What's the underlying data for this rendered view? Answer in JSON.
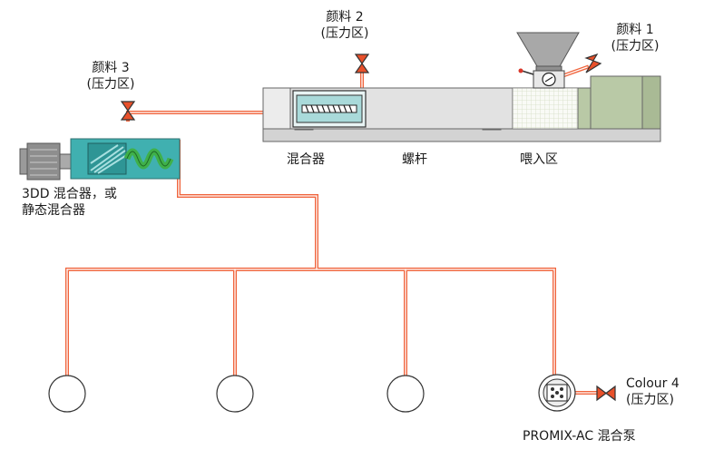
{
  "pigments": {
    "p1": {
      "name": "颜料 1",
      "zone": "(压力区)"
    },
    "p2": {
      "name": "颜料 2",
      "zone": "(压力区)"
    },
    "p3": {
      "name": "颜料 3",
      "zone": "(压力区)"
    },
    "p4": {
      "name": "Colour 4",
      "zone": "(压力区)"
    }
  },
  "machine": {
    "mixer_label": "混合器",
    "screw_label": "螺杆",
    "feed_label": "喂入区"
  },
  "static_mixer": {
    "line1": "3DD 混合器，或",
    "line2": "静态混合器"
  },
  "pump": {
    "label": "PROMIX-AC 混合泵"
  },
  "colors": {
    "pipe": "#f0643c",
    "frame": "#6e6e6e",
    "barrel": "#e2e2e2",
    "mixer_box": "#40b0b0",
    "coil": "#3fb04a",
    "valve": "#e8502a",
    "feed_block": "#b9c9a6"
  }
}
